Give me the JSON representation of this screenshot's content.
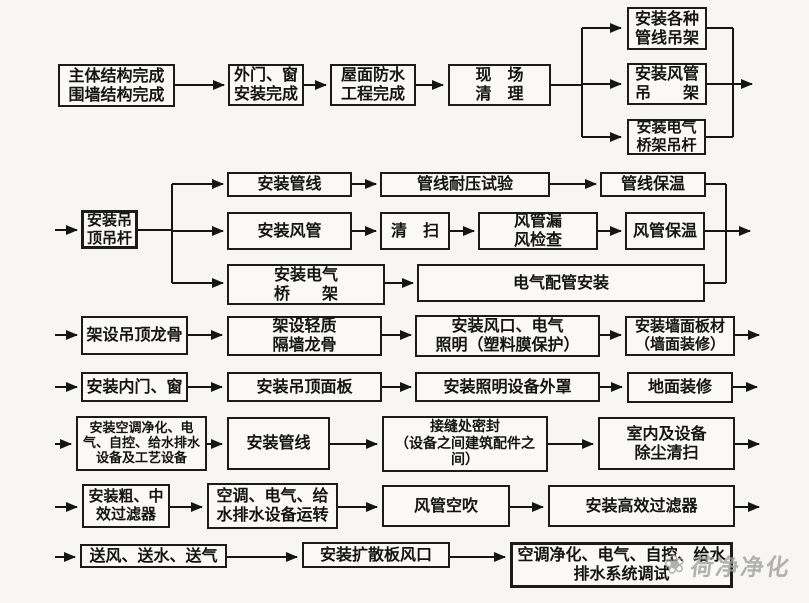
{
  "nodes": {
    "main_structure": "主体结构完成\n围墙结构完成",
    "ext_doors": "外门、窗\n安装完成",
    "roof_waterproof": "屋面防水\n工程完成",
    "site_cleanup": "现　场\n清　理",
    "pipeline_hangers": "安装各种\n管线吊架",
    "duct_hangers": "安装风管\n吊　　架",
    "tray_rods": "安装电气\n桥架吊杆",
    "ceiling_rods": "安装吊\n顶吊杆",
    "install_pipelines": "安装管线",
    "pressure_test": "管线耐压试验",
    "pipeline_insulation": "管线保温",
    "install_ducts": "安装风管",
    "duct_cleaning": "清　扫",
    "leak_check": "风管漏\n风检查",
    "duct_insulation": "风管保温",
    "cable_tray": "安装电气\n桥　　架",
    "conduit_install": "电气配管安装",
    "ceiling_keel": "架设吊顶龙骨",
    "partition_keel": "架设轻质\n隔墙龙骨",
    "vents_lighting": "安装风口、电气\n照明（塑料膜保护）",
    "wall_panels": "安装墙面板材\n（墙面装修）",
    "inner_doors": "安装内门、窗",
    "ceiling_panels": "安装吊顶面板",
    "lighting_covers": "安装照明设备外罩",
    "floor_finish": "地面装修",
    "main_equipment": "安装空调净化、电\n气、自控、给水排水\n设备及工艺设备",
    "equipment_pipelines": "安装管线",
    "seam_sealing": "接缝处密封\n（设备之间建筑配件之\n间）",
    "dust_cleaning": "室内及设备\n除尘清扫",
    "prefilters": "安装粗、中\n效过滤器",
    "equipment_test_run": "空调、电气、给\n水排水设备运转",
    "duct_blowing": "风管空吹",
    "hepa_filters": "安装高效过滤器",
    "air_water_supply": "送风、送水、送气",
    "diffuser_vents": "安装扩散板风口",
    "system_commissioning": "空调净化、电气、自控、给水\n排水系统调试"
  },
  "watermark": {
    "logo_icon": "❀",
    "brand": "荷净净化"
  },
  "colors": {
    "line": "#151515",
    "box_border": "#1b1b1b",
    "background": "#f7f6f3",
    "watermark": "#a0a0a0"
  }
}
